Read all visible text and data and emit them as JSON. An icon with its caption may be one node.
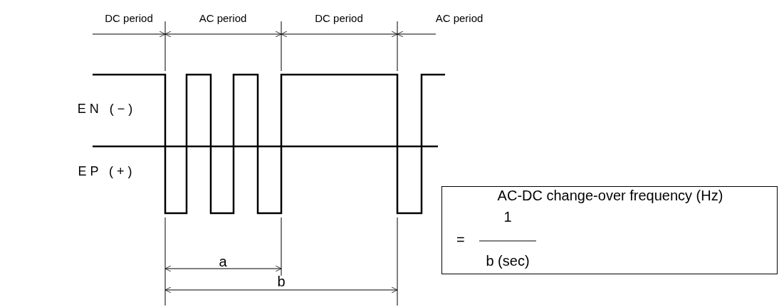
{
  "diagram": {
    "nodes": [
      {
        "text": [
          "AC-DC change-over frequency (Hz)",
          "1",
          "=",
          "b (sec)"
        ]
      }
    ],
    "edges": [],
    "labels": [
      "DC period",
      "AC period",
      "DC period",
      "AC period",
      "EN (−)",
      "EP (+)",
      "a",
      "b"
    ]
  }
}
